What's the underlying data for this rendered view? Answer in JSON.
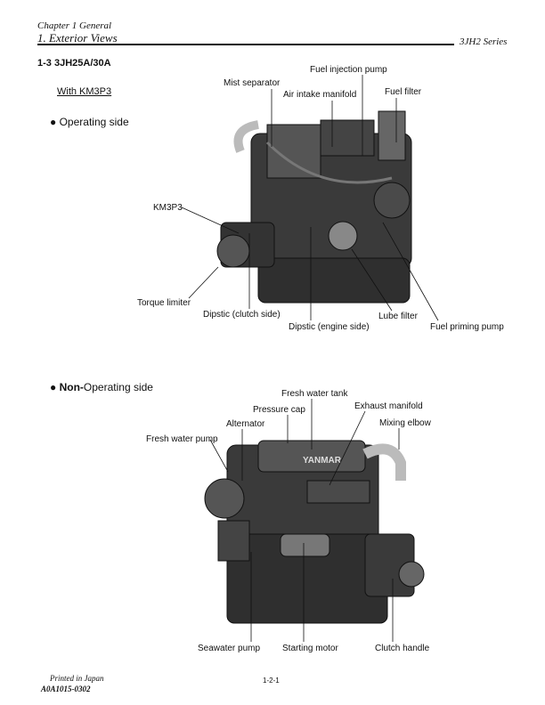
{
  "header": {
    "chapter": "Chapter 1 General",
    "section": "1. Exterior Views",
    "series": "3JH2 Series"
  },
  "heading": "1-3   3JH25A/30A",
  "subheading": "With KM3P3",
  "views": [
    {
      "title": "Operating side",
      "labels": [
        "Fuel injection pump",
        "Mist separator",
        "Air intake manifold",
        "Fuel filter",
        "KM3P3",
        "Torque limiter",
        "Dipstic (clutch side)",
        "Dipstic (engine side)",
        "Lube filter",
        "Fuel priming pump"
      ]
    },
    {
      "title_prefix": "Non-",
      "title": "Operating side",
      "labels": [
        "Fresh water tank",
        "Pressure cap",
        "Exhaust manifold",
        "Mixing elbow",
        "Alternator",
        "Fresh water pump",
        "Seawater pump",
        "Starting motor",
        "Clutch handle"
      ],
      "logo": "YANMAR"
    }
  ],
  "footer": {
    "printed": "Printed in Japan",
    "code": "A0A1015-0302",
    "page": "1-2-1"
  }
}
